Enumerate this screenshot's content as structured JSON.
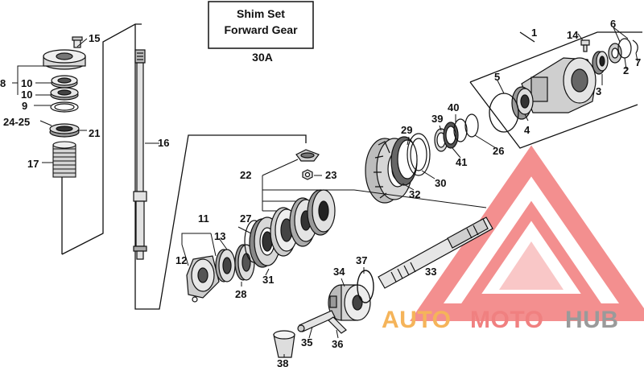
{
  "title_box": {
    "line1": "Shim Set",
    "line2": "Forward Gear",
    "code": "30A"
  },
  "callouts": [
    "1",
    "2",
    "3",
    "4",
    "5",
    "6",
    "7",
    "8",
    "9",
    "10",
    "10",
    "11",
    "12",
    "13",
    "14",
    "15",
    "16",
    "17",
    "21",
    "22",
    "23",
    "24-25",
    "26",
    "27",
    "28",
    "29",
    "30",
    "31",
    "32",
    "33",
    "34",
    "35",
    "36",
    "37",
    "38",
    "39",
    "40",
    "41"
  ],
  "watermark": {
    "part1": "AUTO",
    "part2": "MOTO",
    "part3": "HUB",
    "color1": "#f5b45a",
    "color2": "#f08080",
    "color3": "#9a9a9a",
    "logo_color": "#f06a6a"
  }
}
